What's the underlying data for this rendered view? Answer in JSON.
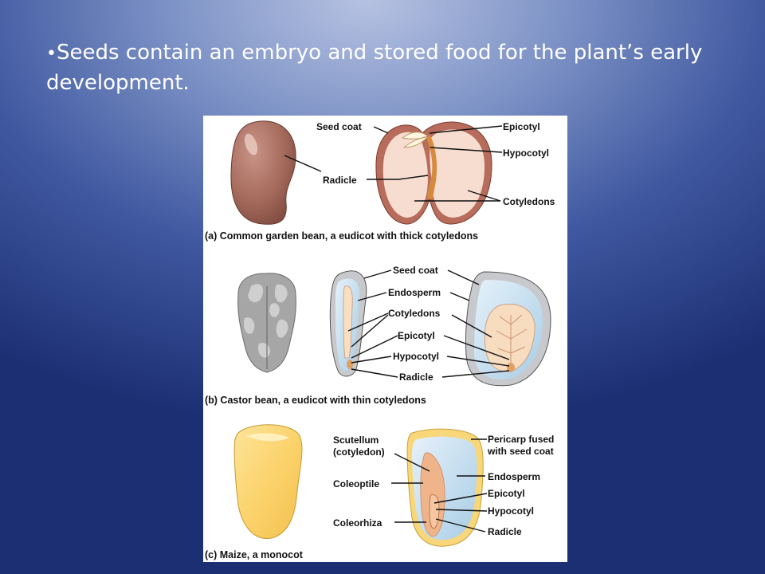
{
  "slide": {
    "bullet": "Seeds contain an embryo and stored food for the plant’s early development."
  },
  "figure": {
    "panel_a": {
      "caption": "(a) Common garden bean, a eudicot with thick cotyledons",
      "labels": {
        "seed_coat": "Seed coat",
        "epicotyl": "Epicotyl",
        "hypocotyl": "Hypocotyl",
        "radicle": "Radicle",
        "cotyledons": "Cotyledons"
      }
    },
    "panel_b": {
      "caption": "(b) Castor bean, a eudicot with thin cotyledons",
      "labels": {
        "seed_coat": "Seed coat",
        "endosperm": "Endosperm",
        "cotyledons": "Cotyledons",
        "epicotyl": "Epicotyl",
        "hypocotyl": "Hypocotyl",
        "radicle": "Radicle"
      }
    },
    "panel_c": {
      "caption": "(c) Maize, a monocot",
      "labels": {
        "scutellum_line1": "Scutellum",
        "scutellum_line2": "(cotyledon)",
        "coleoptile": "Coleoptile",
        "coleorhiza": "Coleorhiza",
        "pericarp_line1": "Pericarp fused",
        "pericarp_line2": "with seed coat",
        "endosperm": "Endosperm",
        "epicotyl": "Epicotyl",
        "hypocotyl": "Hypocotyl",
        "radicle": "Radicle"
      }
    }
  }
}
